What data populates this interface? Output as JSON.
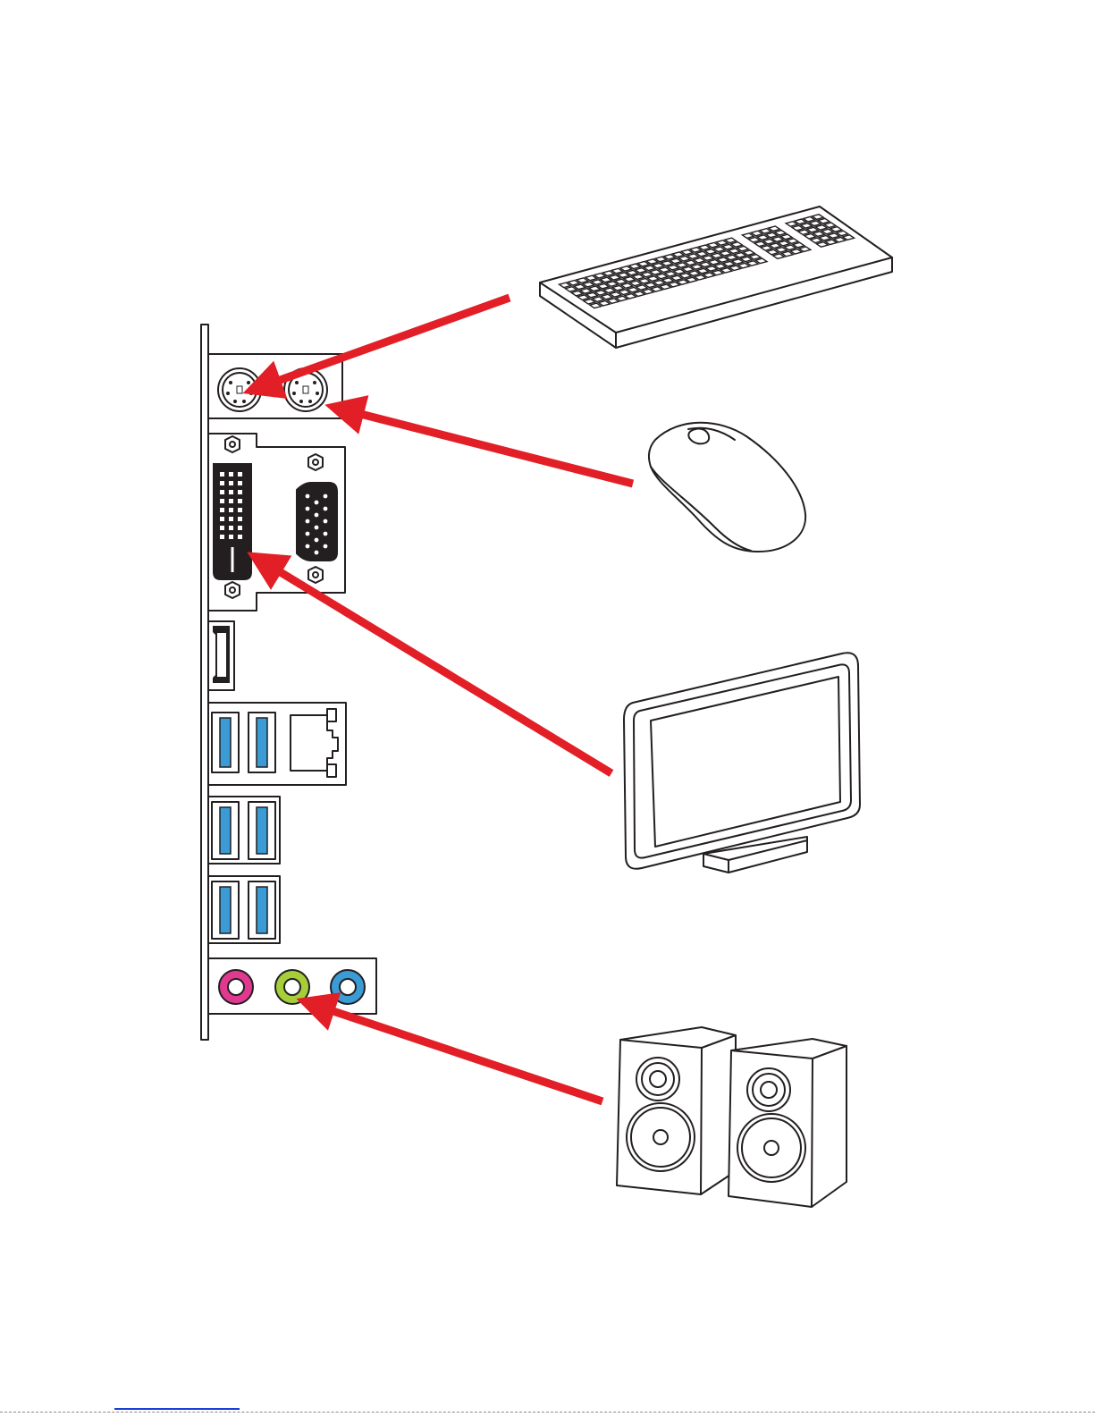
{
  "colors": {
    "outline": "#231f20",
    "arrow": "#e21f26",
    "ps2_keyboard": "#9b7fc0",
    "ps2_mouse": "#3fae6a",
    "usb3": "#3a9bd5",
    "audio_mic_in": "#e0398f",
    "audio_line_out": "#a6ce39",
    "audio_line_in": "#3a9bd5",
    "dvi_body": "#231f20",
    "vga_body": "#231f20"
  },
  "back_panel": {
    "ports": [
      "ps2-keyboard-port",
      "ps2-mouse-port",
      "dvi-port",
      "vga-port",
      "hdmi-port",
      "usb3-port-group-1",
      "lan-port",
      "usb3-port-group-2",
      "usb3-port-group-3",
      "audio-mic-in",
      "audio-line-out",
      "audio-line-in"
    ]
  },
  "devices": [
    {
      "name": "keyboard",
      "icon": "keyboard-icon",
      "connects_to": "ps2-keyboard-port"
    },
    {
      "name": "mouse",
      "icon": "mouse-icon",
      "connects_to": "ps2-mouse-port"
    },
    {
      "name": "monitor",
      "icon": "monitor-icon",
      "connects_to": "dvi-port"
    },
    {
      "name": "speakers",
      "icon": "speakers-icon",
      "connects_to": "audio-line-out"
    }
  ]
}
